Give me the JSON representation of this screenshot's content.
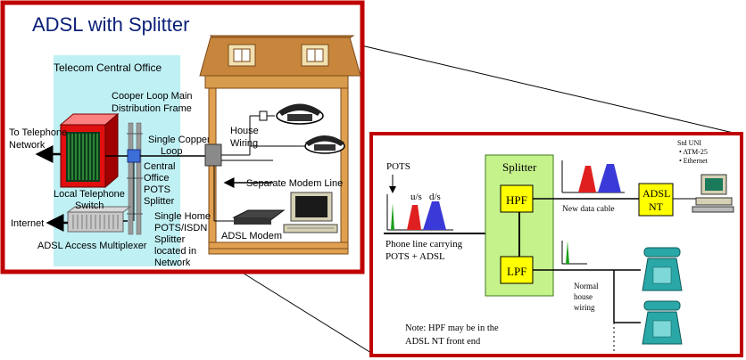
{
  "left_panel": {
    "title": "ADSL with Splitter",
    "central_office_label": "Telecom Central Office",
    "to_telephone_network": [
      "To Telephone",
      "Network"
    ],
    "cooper_loop_frame": [
      "Cooper Loop Main",
      "Distribution Frame"
    ],
    "single_copper_loop": [
      "Single Copper",
      "Loop"
    ],
    "co_pots_splitter": [
      "Central",
      "Office",
      "POTS",
      "Splitter"
    ],
    "local_telephone_switch": [
      "Local Telephone",
      "Switch"
    ],
    "internet": "Internet",
    "adsl_access_multiplexer": "ADSL Access Multiplexer",
    "house_wiring": [
      "House",
      "Wiring"
    ],
    "separate_modem_line": "Separate Modem Line",
    "single_home_splitter": [
      "Single Home",
      "POTS/ISDN",
      "Splitter",
      "located in",
      "Network"
    ],
    "adsl_modem": "ADSL Modem"
  },
  "right_panel": {
    "pots": "POTS",
    "us": "u/s",
    "ds": "d/s",
    "splitter": "Splitter",
    "hpf": "HPF",
    "lpf": "LPF",
    "new_data_cable": "New data cable",
    "adsl_nt": [
      "ADSL",
      "NT"
    ],
    "std_uni": [
      "Std UNI",
      "• ATM-25",
      "• Ethernet"
    ],
    "phone_line": [
      "Phone line carrying",
      "POTS + ADSL"
    ],
    "normal_house_wiring": [
      "Normal",
      "house",
      "wiring"
    ],
    "note": [
      "Note: HPF may be in the",
      "ADSL NT front end"
    ]
  },
  "colors": {
    "frame_red": "#c00000",
    "central_office_bg": "#bff0f4",
    "splitter_green": "#c6f28c",
    "filter_yellow": "#ffff00",
    "roof_orange": "#c8863c",
    "phone_teal": "#2aa7a7",
    "pots_green": "#1aa01a",
    "us_red": "#e02020",
    "ds_blue": "#3a3ad8"
  }
}
